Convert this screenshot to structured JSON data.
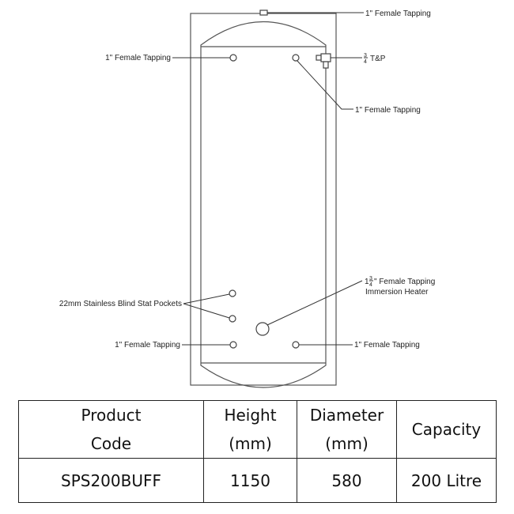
{
  "diagram": {
    "labels": {
      "top_tapping": "1\" Female Tapping",
      "upper_left_tapping": "1\" Female Tapping",
      "tp_valve": "T&P",
      "tp_frac_num": "3",
      "tp_frac_den": "4",
      "upper_right_tapping": "1\" Female Tapping",
      "immersion_tapping_whole": "1",
      "immersion_frac_num": "3",
      "immersion_frac_den": "4",
      "immersion_tapping_rest": "\" Female Tapping",
      "immersion_heater": "Immersion Heater",
      "stat_pockets": "22mm Stainless Blind Stat Pockets",
      "lower_left_tapping": "1\" Female Tapping",
      "lower_right_tapping": "1\" Female Tapping"
    }
  },
  "table": {
    "headers": {
      "product_code_line1": "Product",
      "product_code_line2": "Code",
      "height_line1": "Height",
      "height_line2": "(mm)",
      "diameter_line1": "Diameter",
      "diameter_line2": "(mm)",
      "capacity": "Capacity"
    },
    "row": {
      "product_code": "SPS200BUFF",
      "height": "1150",
      "diameter": "580",
      "capacity": "200 Litre"
    }
  }
}
